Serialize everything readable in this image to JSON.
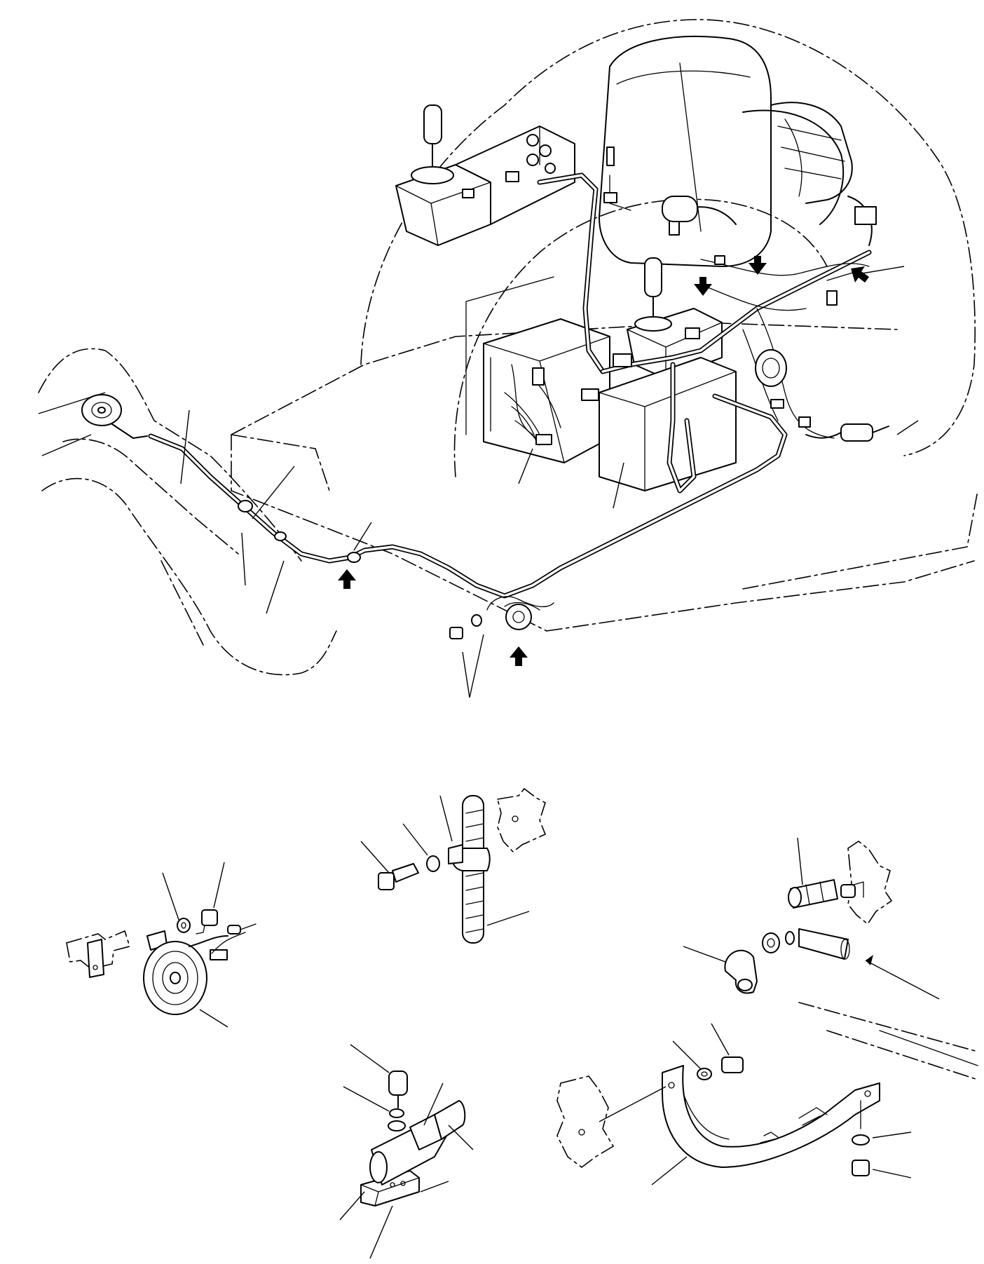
{
  "figure": {
    "main_view": "machine-wiring-harness-overview",
    "details": [
      "horn-mounting-detail",
      "harness-clamp-detail",
      "connector-bracket-detail",
      "pipe-clamp-detail",
      "strap-bracket-detail"
    ]
  },
  "icons": {
    "direction_arrow": "filled-arrow-icon",
    "callout_leader": "leader-line"
  },
  "colors": {
    "line": "#000000",
    "background": "#ffffff"
  }
}
